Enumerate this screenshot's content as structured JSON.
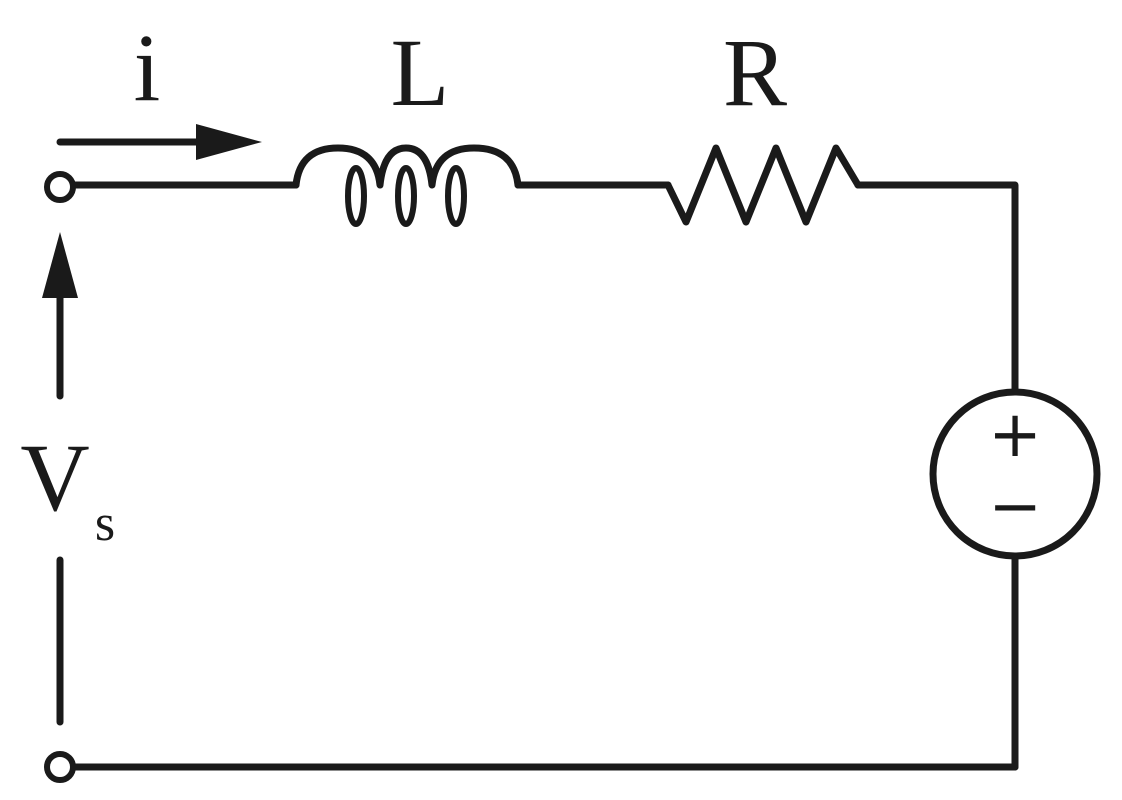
{
  "labels": {
    "current": "i",
    "inductor": "L",
    "resistor": "R",
    "voltage_main": "V",
    "voltage_sub": "s"
  },
  "source": {
    "plus": "+",
    "minus": "−"
  }
}
